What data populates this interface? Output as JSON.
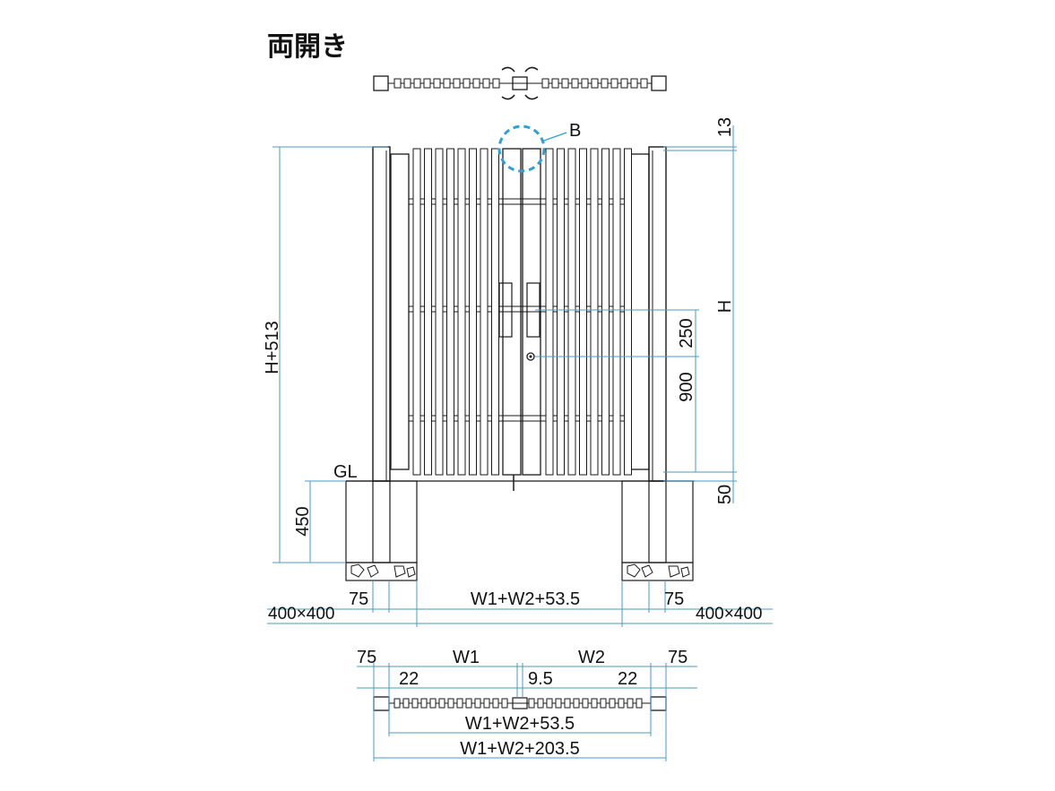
{
  "title": "両開き",
  "callout_b": "B",
  "dims": {
    "top_13": "13",
    "h": "H",
    "h_513": "H+513",
    "d250": "250",
    "d900": "900",
    "d50": "50",
    "gl": "GL",
    "d450": "450",
    "foot_left": "400×400",
    "d75_left": "75",
    "w_total_mid": "W1+W2+53.5",
    "d75_right": "75",
    "foot_right": "400×400",
    "plan_75_left": "75",
    "plan_w1": "W1",
    "plan_w2": "W2",
    "plan_75_right": "75",
    "plan_22_left": "22",
    "plan_9_5": "9.5",
    "plan_22_right": "22",
    "plan_total_1": "W1+W2+53.5",
    "plan_total_2": "W1+W2+203.5"
  }
}
